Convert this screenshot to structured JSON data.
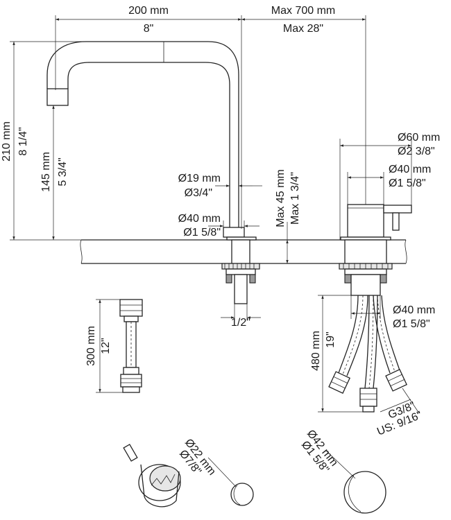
{
  "dimensions": {
    "spout_reach_mm": "200 mm",
    "spout_reach_in": "8\"",
    "max_reach_mm": "Max 700 mm",
    "max_reach_in": "Max 28\"",
    "height_total_mm": "210 mm",
    "height_total_in": "8 1/4\"",
    "height_spout_mm": "145 mm",
    "height_spout_in": "5 3/4\"",
    "tube_dia_mm": "Ø19 mm",
    "tube_dia_in": "Ø3/4\"",
    "base_dia_mm": "Ø40 mm",
    "base_dia_in": "Ø1 5/8\"",
    "deck_thickness_mm": "Max 45 mm",
    "deck_thickness_in": "Max 1 3/4\"",
    "handle_reach_mm": "Ø60 mm",
    "handle_reach_in": "Ø2 3/8\"",
    "mixer_body_dia_mm": "Ø40 mm",
    "mixer_body_dia_in": "Ø1 5/8\"",
    "shank_thread": "1/2\"",
    "underside_dia_mm": "Ø40 mm",
    "underside_dia_in": "Ø1 5/8\"",
    "hose_length_mm": "480 mm",
    "hose_length_in": "19\"",
    "connector_thread": "G3/8\"",
    "connector_thread_us": "US: 9/16\"",
    "supply_hose_mm": "300 mm",
    "supply_hose_in": "12\"",
    "small_hole_mm": "Ø22 mm",
    "small_hole_in": "Ø7/8\"",
    "large_hole_mm": "Ø42 mm",
    "large_hole_in": "Ø1 5/8\""
  }
}
